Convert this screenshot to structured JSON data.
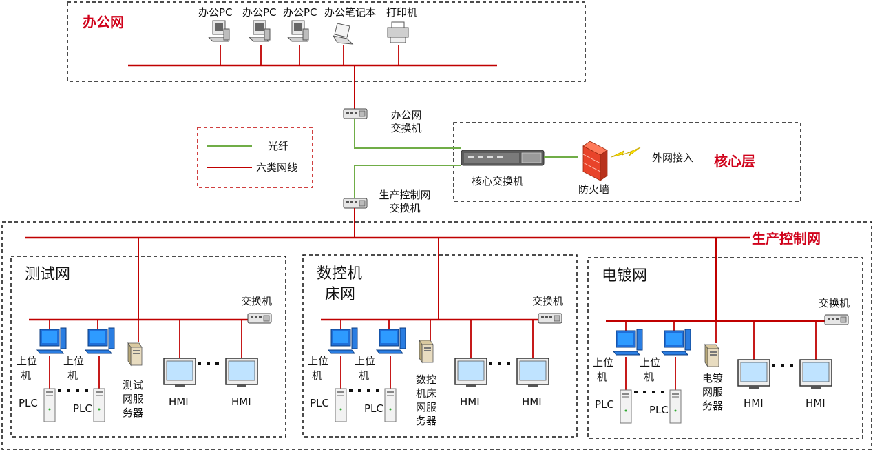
{
  "office_net": {
    "title": "办公网",
    "devices": [
      "办公PC",
      "办公PC",
      "办公PC",
      "办公笔记本",
      "打印机"
    ]
  },
  "office_switch": {
    "line1": "办公网",
    "line2": "交换机"
  },
  "legend": {
    "fiber": "光纤",
    "cat6": "六类网线"
  },
  "core": {
    "title": "核心层",
    "core_switch": "核心交换机",
    "firewall": "防火墙",
    "external": "外网接入"
  },
  "prod_switch": {
    "line1": "生产控制网",
    "line2": "交换机"
  },
  "prod_net": {
    "title": "生产控制网"
  },
  "subnets": [
    {
      "title": "测试网",
      "title2": "",
      "switch": "交换机",
      "host1": "上位",
      "host2": "机",
      "plc": "PLC",
      "server": [
        "测试",
        "网服",
        "务器"
      ],
      "hmi": "HMI"
    },
    {
      "title": "数控机",
      "title2": "床网",
      "switch": "交换机",
      "host1": "上位",
      "host2": "机",
      "plc": "PLC",
      "server": [
        "数控",
        "机床",
        "网服",
        "务器"
      ],
      "hmi": "HMI"
    },
    {
      "title": "电镀网",
      "title2": "",
      "switch": "交换机",
      "host1": "上位",
      "host2": "机",
      "plc": "PLC",
      "server": [
        "电镀",
        "网服",
        "务器"
      ],
      "hmi": "HMI"
    }
  ],
  "colors": {
    "cat6": "#c00000",
    "fiber": "#70ad47",
    "zone_title": "#d0021b",
    "monitor_screen": "#1e90ff"
  }
}
